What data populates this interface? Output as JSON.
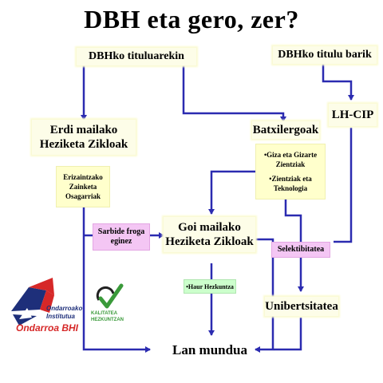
{
  "title": "DBH eta gero, zer?",
  "nodes": {
    "with_title": "DBHko tituluarekin",
    "without_title": "DBHko titulu barik",
    "lhcip": "LH-CIP",
    "mid_cycles_line1": "Erdi mailako",
    "mid_cycles_line2": "Heziketa Zikloak",
    "bachillerato": "Batxilergoak",
    "higher_cycles_line1": "Goi mailako",
    "higher_cycles_line2": "Heziketa Zikloak",
    "university": "Unibertsitatea",
    "work": "Lan mundua"
  },
  "boxes": {
    "mid_example": [
      "Erizaintzako",
      "Zainketa",
      "Osagarriak"
    ],
    "bach_option1": [
      "•Giza eta Gizarte",
      "Zientziak"
    ],
    "bach_option2": [
      "•Zientziak  eta",
      "Teknologia"
    ],
    "access_exam_line1": "Sarbide froga",
    "access_exam_line2": "eginez",
    "selectivity": "Selektibitatea",
    "higher_example": "•Haur Hezkuntza"
  },
  "logos": {
    "school_line1": "Ondarroako",
    "school_line2": "Institutua",
    "school_name": "Ondarroa BHI",
    "quality_line1": "KALITATEA",
    "quality_line2": "HEZKUNTZAN"
  },
  "colors": {
    "arrow": "#2b2bb0",
    "yellow_box": "#ffffcc",
    "pink_box": "#f4c6f4",
    "green_box": "#ccffcc",
    "logo_red": "#d62828",
    "logo_blue": "#1e2f7a",
    "logo_green": "#3a9a3a"
  }
}
